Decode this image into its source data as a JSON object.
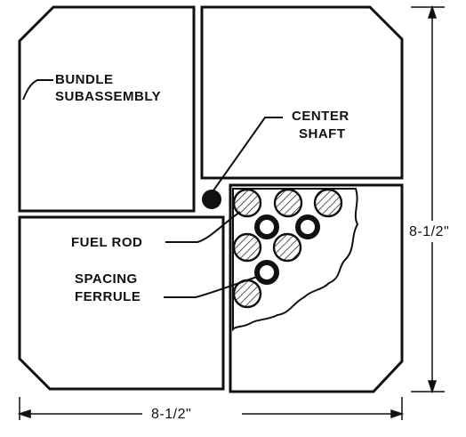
{
  "labels": {
    "bundle_line1": "BUNDLE",
    "bundle_line2": "SUBASSEMBLY",
    "center_line1": "CENTER",
    "center_line2": "SHAFT",
    "fuel_rod": "FUEL ROD",
    "spacing_line1": "SPACING",
    "spacing_line2": "FERRULE",
    "dim_vertical": "8-1/2\"",
    "dim_horizontal": "8-1/2\""
  },
  "colors": {
    "ink": "#111111",
    "background": "#ffffff"
  }
}
